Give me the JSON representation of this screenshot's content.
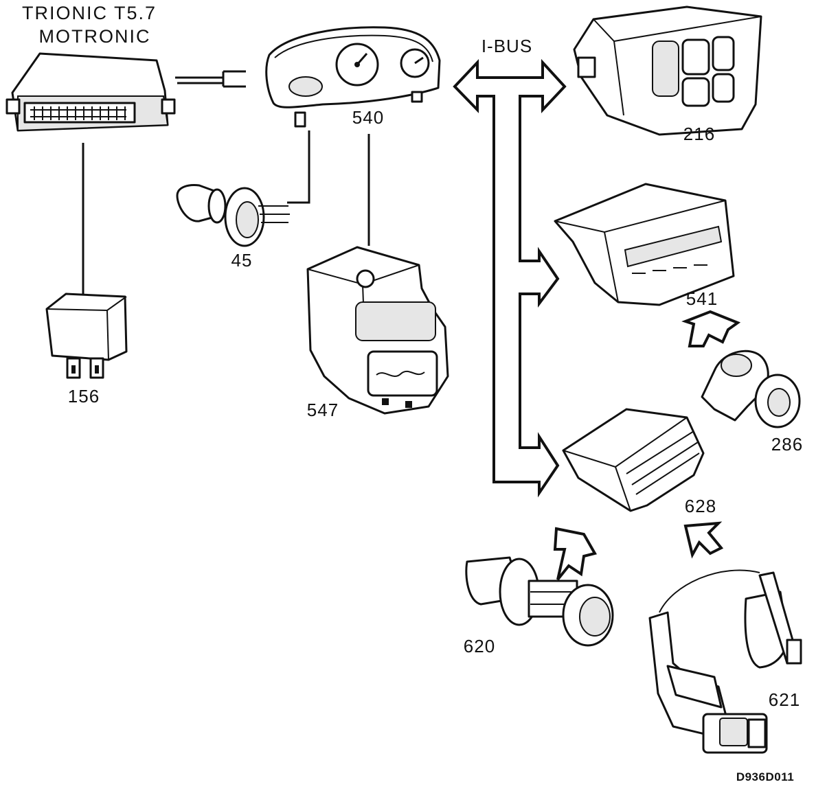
{
  "title_line1": "TRIONIC T5.7",
  "title_line2": "MOTRONIC",
  "bus_label": "I-BUS",
  "figure_code": "D936D011",
  "labels": {
    "p540": "540",
    "p216": "216",
    "p45": "45",
    "p156": "156",
    "p547": "547",
    "p541": "541",
    "p286": "286",
    "p628": "628",
    "p620": "620",
    "p621": "621"
  }
}
